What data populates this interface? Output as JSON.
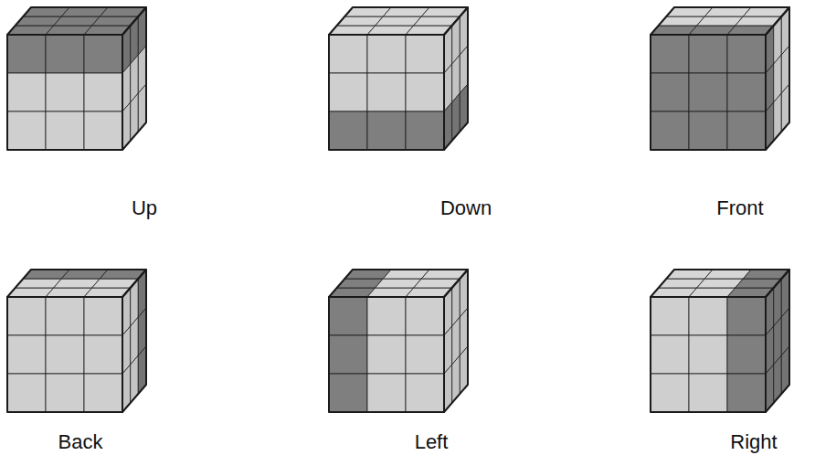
{
  "diagram": {
    "labels": [
      "Up",
      "Down",
      "Front",
      "Back",
      "Left",
      "Right"
    ]
  }
}
